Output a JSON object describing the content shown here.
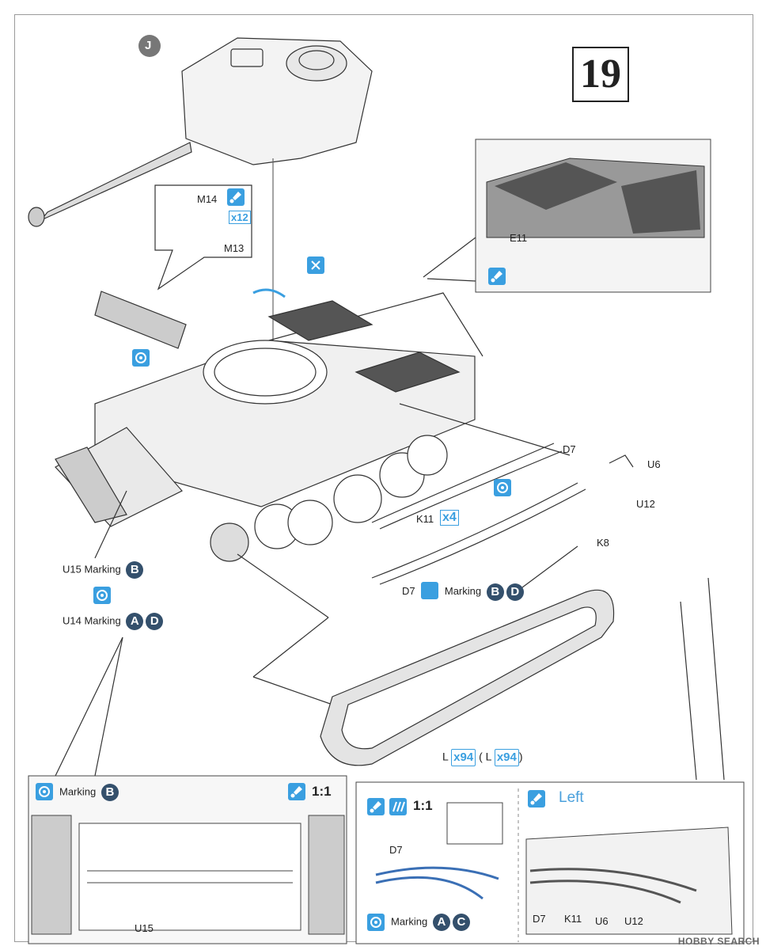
{
  "step_number": "19",
  "part_markers": {
    "J": "J"
  },
  "parts": {
    "M14": "M14",
    "M13": "M13",
    "x12": "x12",
    "E11": "E11",
    "D7": "D7",
    "U6": "U6",
    "U12": "U12",
    "K11": "K11",
    "x4": "x4",
    "K8": "K8"
  },
  "markings": {
    "d7_marking": "Marking",
    "d7_letters": [
      "B",
      "D"
    ],
    "u15_marking": "U15 Marking",
    "u15_letter": "B",
    "u14_marking": "U14 Marking",
    "u14_letters": [
      "A",
      "D"
    ]
  },
  "track": {
    "part": "L",
    "count": "x94",
    "alt_open": "( L",
    "alt_count": "x94",
    "alt_close": ")"
  },
  "detail_left": {
    "marking": "Marking",
    "letter": "B",
    "scale": "1:1",
    "part": "U15"
  },
  "detail_mid": {
    "scale": "1:1",
    "part": "D7",
    "marking": "Marking",
    "letters": [
      "A",
      "C"
    ]
  },
  "detail_right": {
    "title": "Left",
    "parts": [
      "D7",
      "K11",
      "U6",
      "U12"
    ]
  },
  "watermark": "HOBBY SEARCH",
  "colors": {
    "accent_blue": "#3a9fe0",
    "marker_navy": "#34506c"
  }
}
